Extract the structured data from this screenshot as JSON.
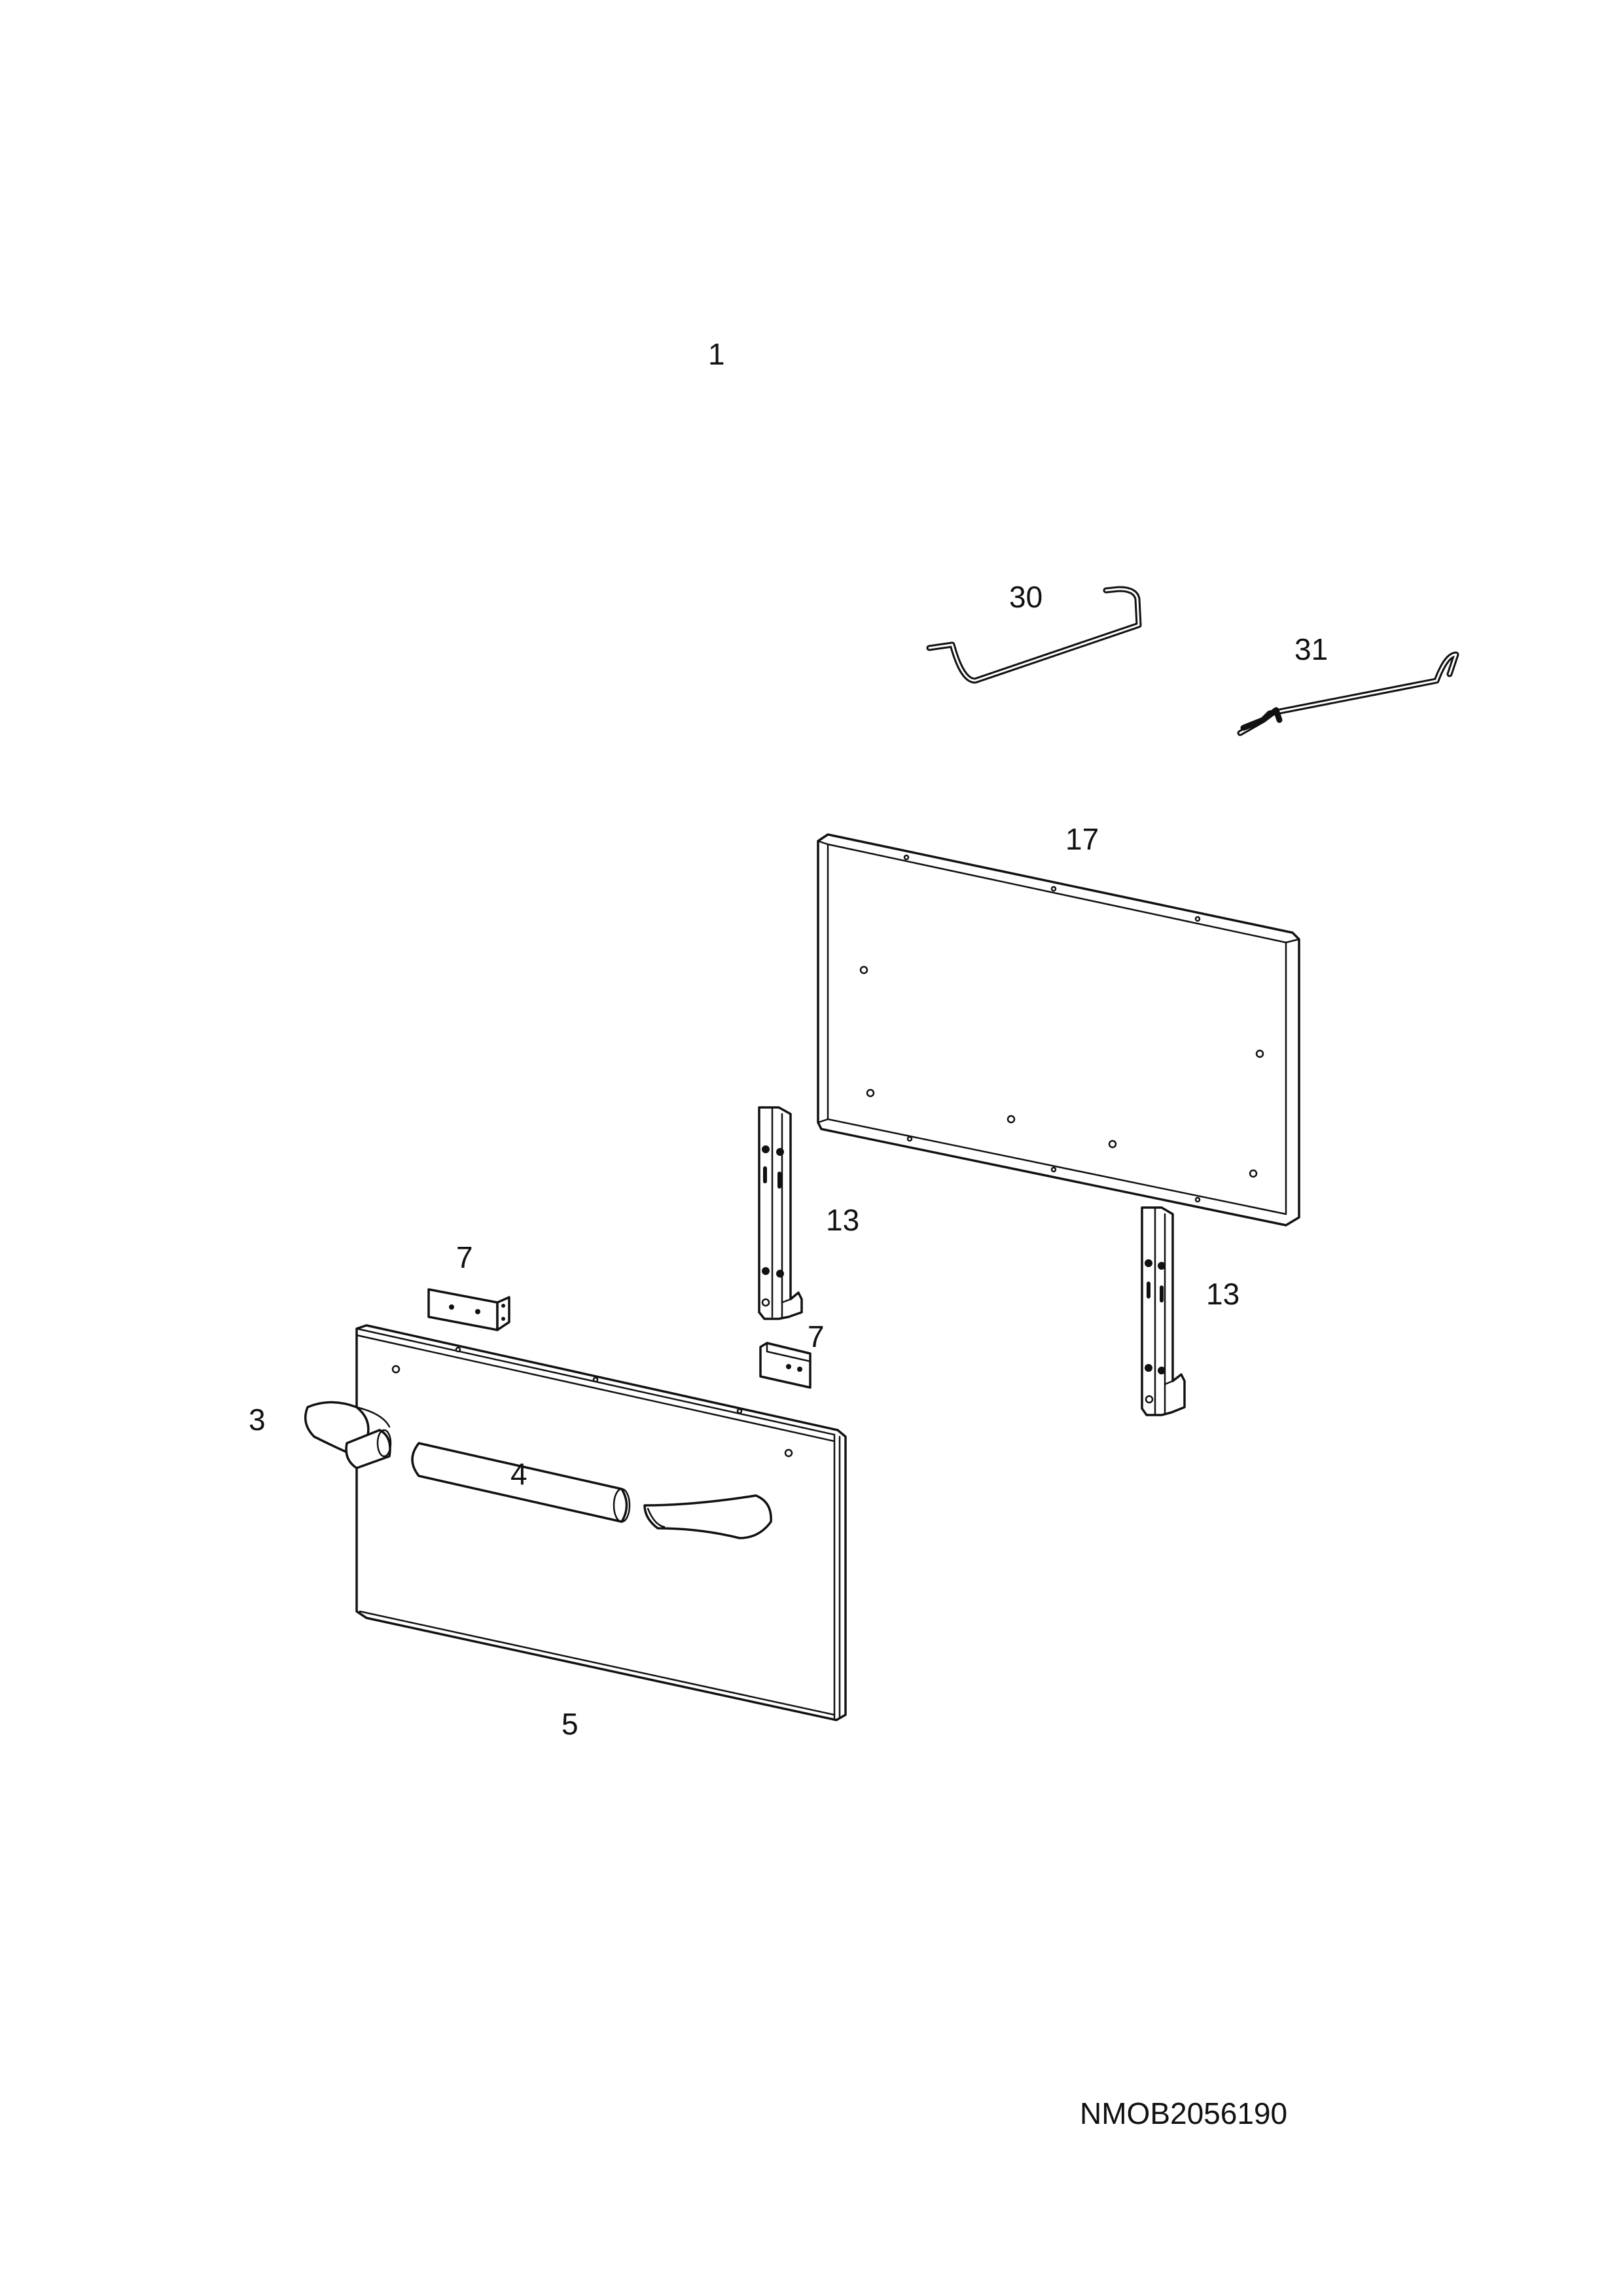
{
  "callouts": {
    "part_1": "1",
    "part_30": "30",
    "part_31": "31",
    "part_17": "17",
    "part_13_left": "13",
    "part_13_right": "13",
    "part_7_left": "7",
    "part_7_right": "7",
    "part_3": "3",
    "part_4": "4",
    "part_5": "5"
  },
  "reference_code": "NMOB2056190",
  "colors": {
    "line": "#111111",
    "background": "#ffffff"
  }
}
